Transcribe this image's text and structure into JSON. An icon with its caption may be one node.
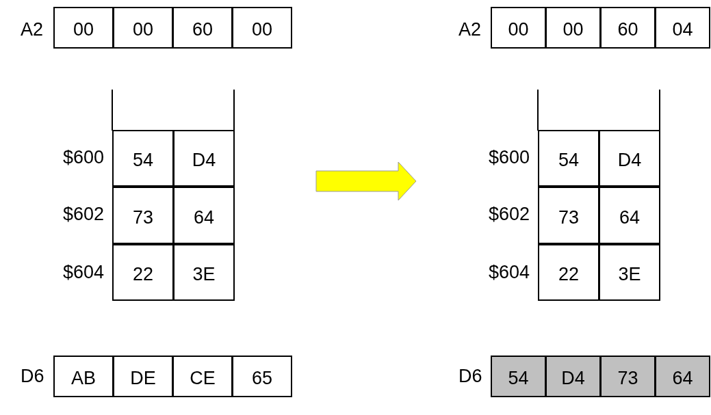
{
  "diagram": {
    "nodes": [
      {
        "text": [
          "00"
        ]
      },
      {
        "text": [
          "00"
        ]
      },
      {
        "text": [
          "60"
        ]
      },
      {
        "text": [
          "00"
        ]
      },
      {
        "text": [
          "00"
        ]
      },
      {
        "text": [
          "00"
        ]
      },
      {
        "text": [
          "60"
        ]
      },
      {
        "text": [
          "04"
        ]
      },
      {
        "text": [
          "54"
        ]
      },
      {
        "text": [
          "D4"
        ]
      },
      {
        "text": [
          "54"
        ]
      },
      {
        "text": [
          "D4"
        ]
      },
      {
        "text": [
          "73"
        ]
      },
      {
        "text": [
          "64"
        ]
      },
      {
        "text": [
          "73"
        ]
      },
      {
        "text": [
          "64"
        ]
      },
      {
        "text": [
          "22"
        ]
      },
      {
        "text": [
          "3E"
        ]
      },
      {
        "text": [
          "22"
        ]
      },
      {
        "text": [
          "3E"
        ]
      },
      {
        "text": [
          "AB"
        ]
      },
      {
        "text": [
          "DE"
        ]
      },
      {
        "text": [
          "CE"
        ]
      },
      {
        "text": [
          "65"
        ]
      },
      {
        "text": [
          "54"
        ]
      },
      {
        "text": [
          "D4"
        ]
      },
      {
        "text": [
          "73"
        ]
      },
      {
        "text": [
          "64"
        ]
      }
    ],
    "labels": [
      "A2",
      "A2",
      "$600",
      "$600",
      "$602",
      "$602",
      "$604",
      "$604",
      "D6",
      "D6"
    ]
  }
}
